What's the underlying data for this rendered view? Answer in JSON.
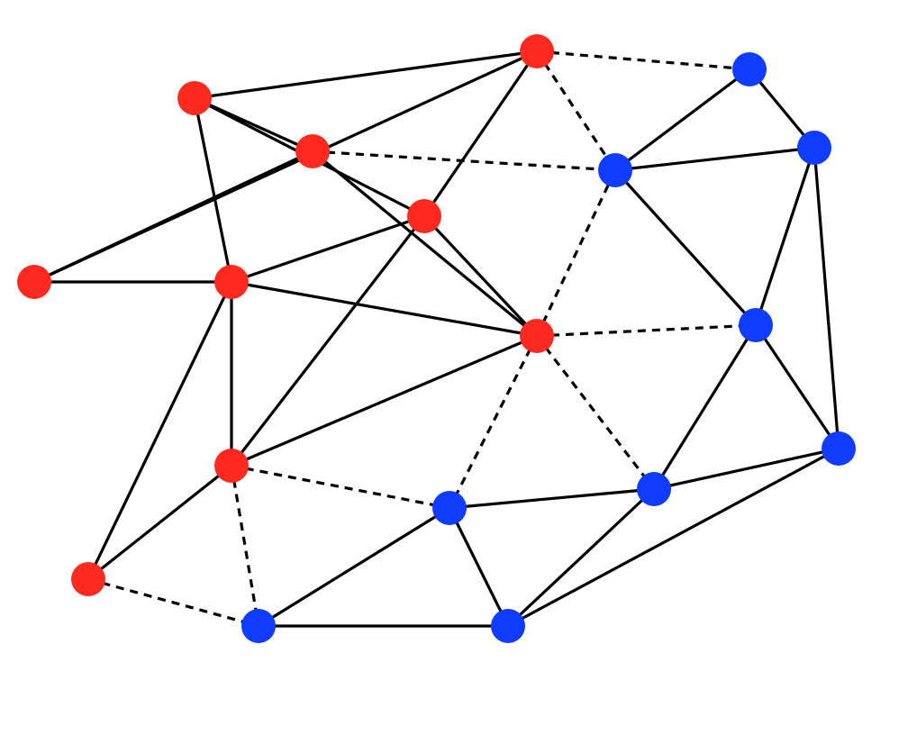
{
  "colors": {
    "background": "#ffffff",
    "edge": "#000000",
    "red_node": "#ff2a1f",
    "blue_node": "#0f3cff"
  },
  "graph": {
    "nodes": [
      {
        "id": "r1",
        "group": "red"
      },
      {
        "id": "r2",
        "group": "red"
      },
      {
        "id": "r3",
        "group": "red"
      },
      {
        "id": "r4",
        "group": "red"
      },
      {
        "id": "r5",
        "group": "red"
      },
      {
        "id": "r6",
        "group": "red"
      },
      {
        "id": "r7",
        "group": "red"
      },
      {
        "id": "r8",
        "group": "red"
      },
      {
        "id": "r9",
        "group": "red"
      },
      {
        "id": "b1",
        "group": "blue"
      },
      {
        "id": "b2",
        "group": "blue"
      },
      {
        "id": "b3",
        "group": "blue"
      },
      {
        "id": "b4",
        "group": "blue"
      },
      {
        "id": "b5",
        "group": "blue"
      },
      {
        "id": "b6",
        "group": "blue"
      },
      {
        "id": "b7",
        "group": "blue"
      },
      {
        "id": "b8",
        "group": "blue"
      },
      {
        "id": "b9",
        "group": "blue"
      }
    ],
    "edges": [
      {
        "from": "r1",
        "to": "r2",
        "style": "solid"
      },
      {
        "from": "r2",
        "to": "r3",
        "style": "solid"
      },
      {
        "from": "r2",
        "to": "r4",
        "style": "solid"
      },
      {
        "from": "r1",
        "to": "r4",
        "style": "solid"
      },
      {
        "from": "r1",
        "to": "r5",
        "style": "solid"
      },
      {
        "from": "r3",
        "to": "r5",
        "style": "solid"
      },
      {
        "from": "r2",
        "to": "r6",
        "style": "solid"
      },
      {
        "from": "r4",
        "to": "r6",
        "style": "solid"
      },
      {
        "from": "r6",
        "to": "r5",
        "style": "solid"
      },
      {
        "from": "r6",
        "to": "r7",
        "style": "solid"
      },
      {
        "from": "r4",
        "to": "r7",
        "style": "solid"
      },
      {
        "from": "r6",
        "to": "r8",
        "style": "solid"
      },
      {
        "from": "r4",
        "to": "r8",
        "style": "solid"
      },
      {
        "from": "r7",
        "to": "r8",
        "style": "solid"
      },
      {
        "from": "r6",
        "to": "r9",
        "style": "solid"
      },
      {
        "from": "r8",
        "to": "r9",
        "style": "solid"
      },
      {
        "from": "r3",
        "to": "r7",
        "style": "solid"
      },
      {
        "from": "r1",
        "to": "b1",
        "style": "dashed"
      },
      {
        "from": "r1",
        "to": "b3",
        "style": "dashed"
      },
      {
        "from": "r3",
        "to": "b3",
        "style": "dashed"
      },
      {
        "from": "r7",
        "to": "b3",
        "style": "dashed"
      },
      {
        "from": "r7",
        "to": "b4",
        "style": "dashed"
      },
      {
        "from": "r7",
        "to": "b6",
        "style": "dashed"
      },
      {
        "from": "r7",
        "to": "b7",
        "style": "dashed"
      },
      {
        "from": "r8",
        "to": "b7",
        "style": "dashed"
      },
      {
        "from": "r8",
        "to": "b8",
        "style": "dashed"
      },
      {
        "from": "r9",
        "to": "b8",
        "style": "dashed"
      },
      {
        "from": "b1",
        "to": "b2",
        "style": "solid"
      },
      {
        "from": "b1",
        "to": "b3",
        "style": "solid"
      },
      {
        "from": "b3",
        "to": "b2",
        "style": "solid"
      },
      {
        "from": "b3",
        "to": "b4",
        "style": "solid"
      },
      {
        "from": "b2",
        "to": "b4",
        "style": "solid"
      },
      {
        "from": "b2",
        "to": "b5",
        "style": "solid"
      },
      {
        "from": "b4",
        "to": "b5",
        "style": "solid"
      },
      {
        "from": "b4",
        "to": "b6",
        "style": "solid"
      },
      {
        "from": "b6",
        "to": "b5",
        "style": "solid"
      },
      {
        "from": "b7",
        "to": "b6",
        "style": "solid"
      },
      {
        "from": "b7",
        "to": "b8",
        "style": "solid"
      },
      {
        "from": "b7",
        "to": "b9",
        "style": "solid"
      },
      {
        "from": "b8",
        "to": "b9",
        "style": "solid"
      },
      {
        "from": "b6",
        "to": "b9",
        "style": "solid"
      },
      {
        "from": "b5",
        "to": "b9",
        "style": "solid"
      }
    ]
  }
}
